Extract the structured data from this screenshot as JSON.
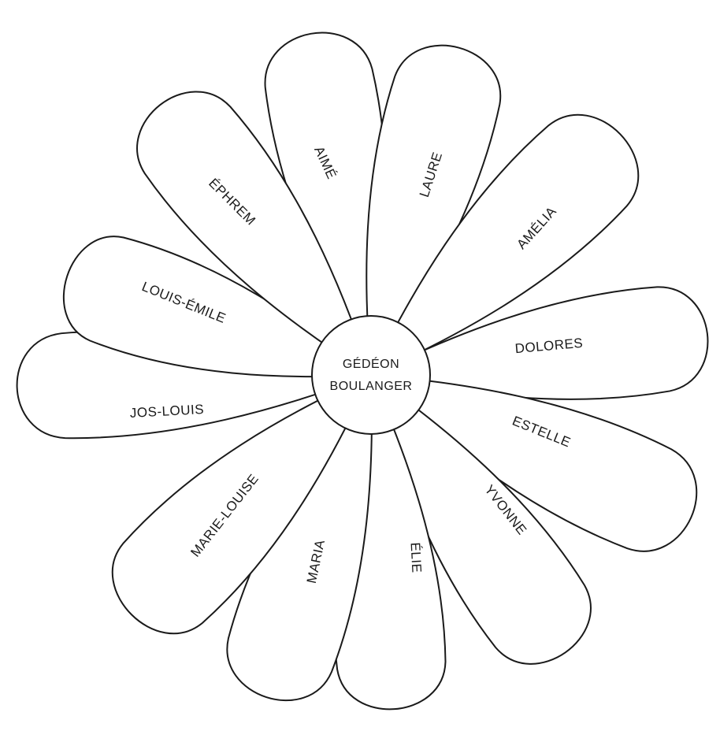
{
  "center": {
    "line1": "GÉDÉON",
    "line2": "BOULANGER"
  },
  "petals": [
    {
      "id": "aime",
      "label": "AIMÉ"
    },
    {
      "id": "laure",
      "label": "LAURE"
    },
    {
      "id": "amelia",
      "label": "AMÉLIA"
    },
    {
      "id": "dolores",
      "label": "DOLORES"
    },
    {
      "id": "estelle",
      "label": "ESTELLE"
    },
    {
      "id": "yvonne",
      "label": "YVONNE"
    },
    {
      "id": "elie",
      "label": "ÉLIE"
    },
    {
      "id": "maria",
      "label": "MARIA"
    },
    {
      "id": "marie-louise",
      "label": "MARIE-LOUISE"
    },
    {
      "id": "jos-louis",
      "label": "JOS-LOUIS"
    },
    {
      "id": "louis-emile",
      "label": "LOUIS-ÉMILE"
    },
    {
      "id": "ephrem",
      "label": "ÉPHREM"
    }
  ]
}
